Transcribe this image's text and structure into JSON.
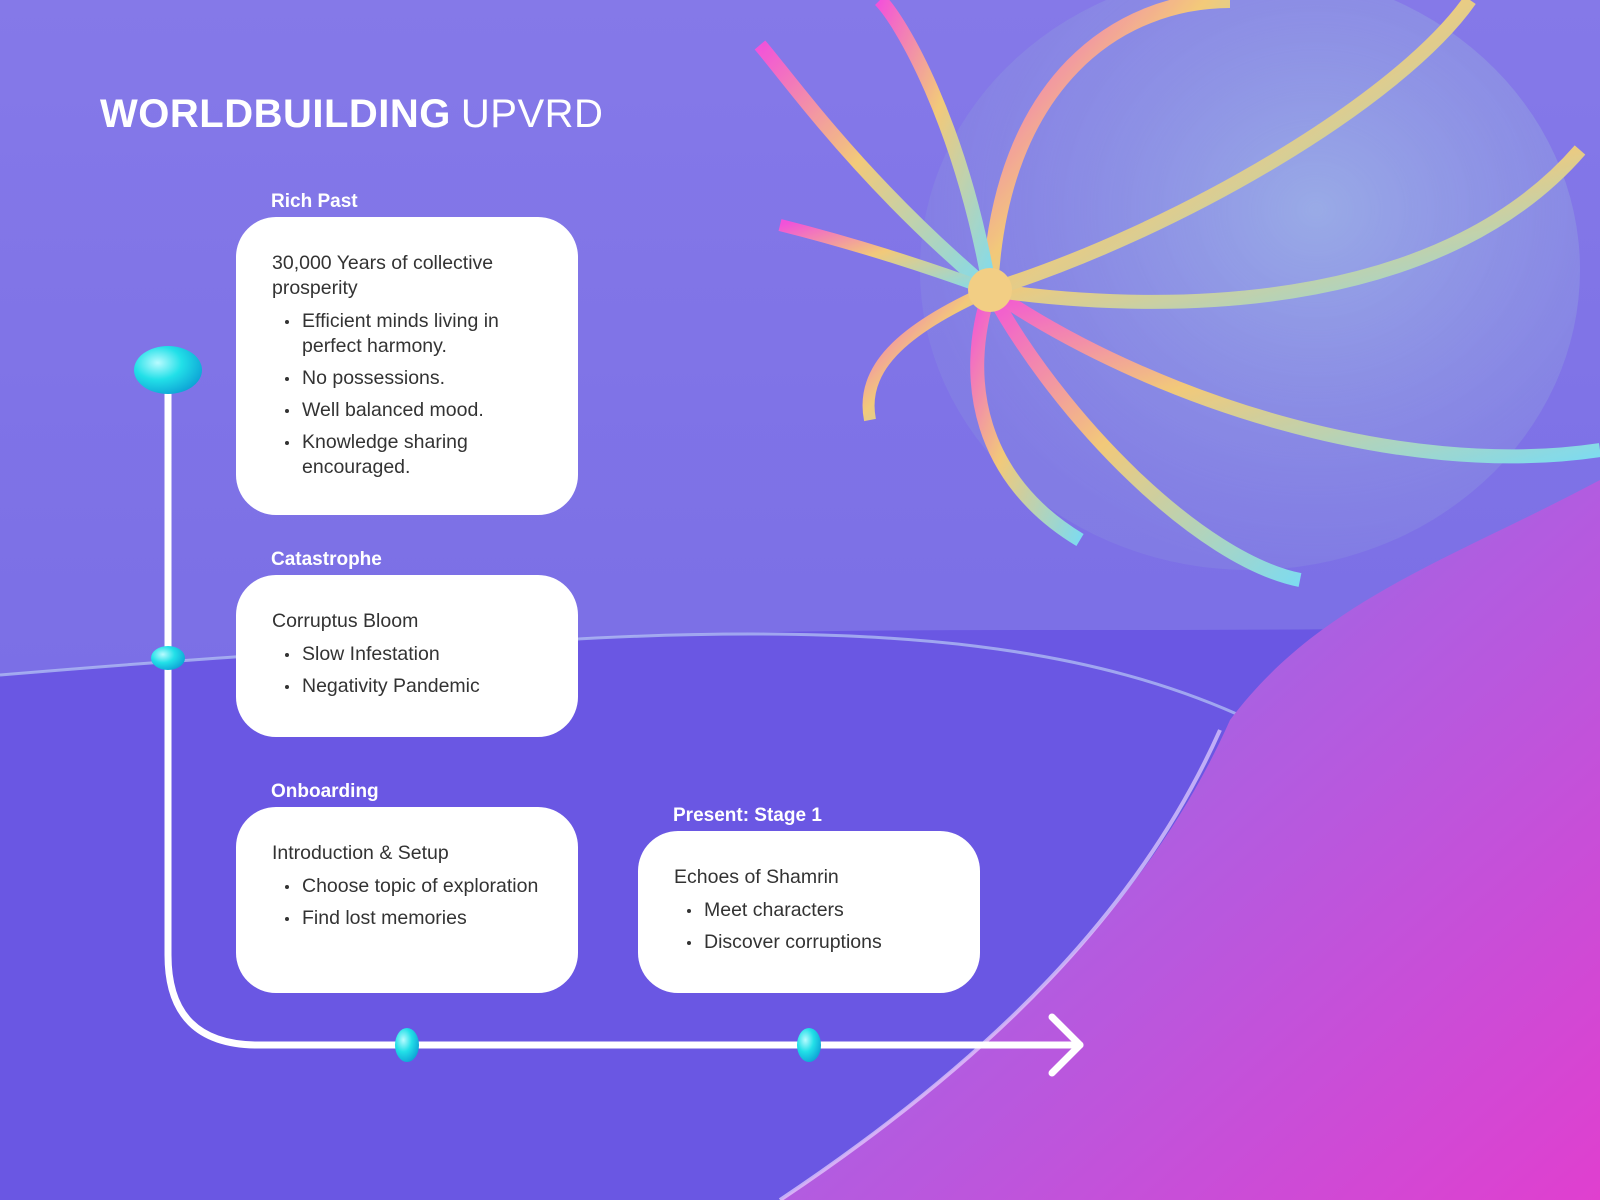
{
  "header": {
    "title_bold": "WORLDBUILDING",
    "title_light": "UPVRD"
  },
  "colors": {
    "background": "#6a57e3",
    "card": "#ffffff",
    "node": "#22e0e8",
    "line": "#ffffff"
  },
  "stages": [
    {
      "label": "Rich Past",
      "title": "30,000 Years of collective prosperity",
      "items": [
        "Efficient minds living in perfect harmony.",
        "No possessions.",
        "Well balanced mood.",
        "Knowledge sharing encouraged."
      ]
    },
    {
      "label": "Catastrophe",
      "title": "Corruptus Bloom",
      "items": [
        "Slow Infestation",
        "Negativity Pandemic"
      ]
    },
    {
      "label": "Onboarding",
      "title": "Introduction & Setup",
      "items": [
        "Choose topic of exploration",
        "Find lost memories"
      ]
    },
    {
      "label": "Present: Stage 1",
      "title": "Echoes of Shamrin",
      "items": [
        "Meet characters",
        "Discover corruptions"
      ]
    }
  ]
}
